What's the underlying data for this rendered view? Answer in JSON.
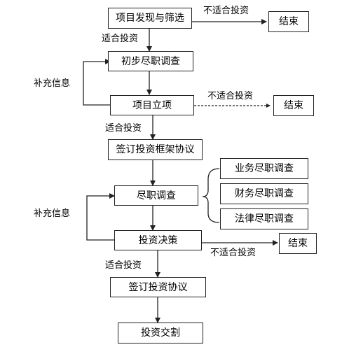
{
  "nodes": {
    "screening": "项目发现与筛选",
    "initial_dd": "初步尽职调查",
    "approval": "项目立项",
    "framework": "签订投资框架协议",
    "dd": "尽职调查",
    "business_dd": "业务尽职调查",
    "financial_dd": "财务尽职调查",
    "legal_dd": "法律尽职调查",
    "decision": "投资决策",
    "agreement": "签订投资协议",
    "closing": "投资交割",
    "end1": "结束",
    "end2": "结束",
    "end3": "结束"
  },
  "edge_labels": {
    "suitable1": "适合投资",
    "suitable2": "适合投资",
    "suitable3": "适合投资",
    "unsuitable1": "不适合投资",
    "unsuitable2": "不适合投资",
    "unsuitable3": "不适合投资",
    "supplement1": "补充信息",
    "supplement2": "补充信息"
  }
}
